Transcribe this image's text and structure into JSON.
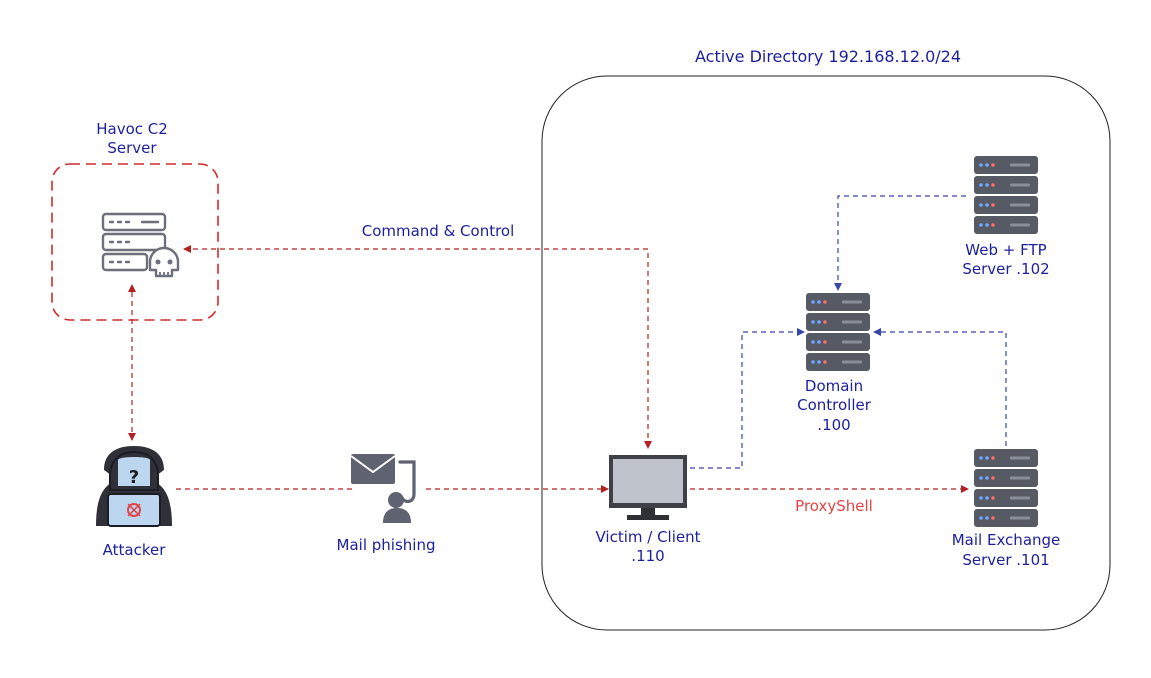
{
  "colors": {
    "label_blue": "#1c1f9c",
    "label_red": "#e04545",
    "arrow_red": "#b22222",
    "arrow_blue": "#3846a8",
    "c2_box": "#d42a2a",
    "server_body": "#565a64",
    "icon_gray": "#6c6f7c"
  },
  "labels": {
    "ad_title": "Active Directory 192.168.12.0/24",
    "c2_line1": "Havoc C2",
    "c2_line2": "Server",
    "cmd_control": "Command & Control",
    "web_line1": "Web + FTP",
    "web_line2": "Server .102",
    "dc_line1": "Domain",
    "dc_line2": "Controller",
    "dc_line3": ".100",
    "attacker": "Attacker",
    "mail_phishing": "Mail phishing",
    "victim_line1": "Victim / Client",
    "victim_line2": ".110",
    "proxyshell": "ProxyShell",
    "mail_line1": "Mail Exchange",
    "mail_line2": "Server .101"
  },
  "icons": {
    "c2": "server-skull-icon",
    "attacker": "hacker-icon",
    "phishing": "mail-phishing-icon",
    "victim": "monitor-icon",
    "dc": "server-rack-icon",
    "web": "server-rack-icon",
    "mail": "server-rack-icon"
  }
}
